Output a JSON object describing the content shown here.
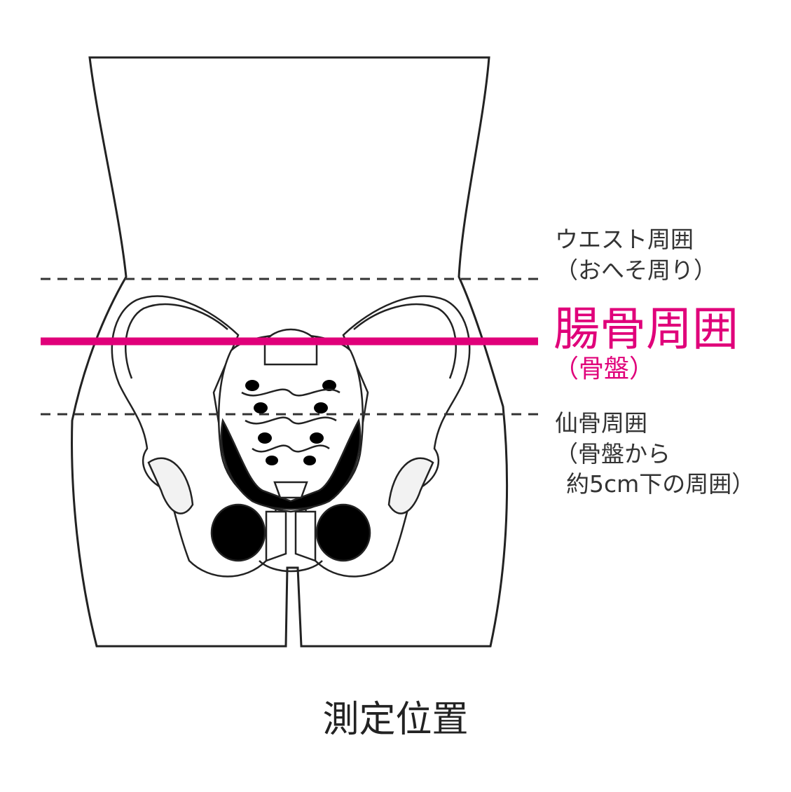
{
  "labels": {
    "waist_line1": "ウエスト周囲",
    "waist_line2": "（おへそ周り）",
    "ilium_title": "腸骨周囲",
    "ilium_sub": "（骨盤）",
    "sacrum_line1": "仙骨周囲",
    "sacrum_line2": "（骨盤から",
    "sacrum_line3": "約5cm下の周囲）"
  },
  "caption": "測定位置",
  "colors": {
    "accent": "#e0007a",
    "line": "#333333",
    "bone_fill": "#000000"
  },
  "icons": [
    "pelvis-illustration",
    "torso-outline"
  ]
}
